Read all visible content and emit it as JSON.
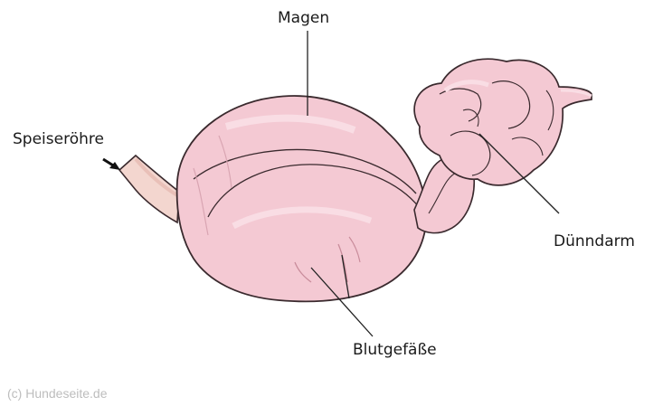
{
  "labels": {
    "stomach": "Magen",
    "esophagus": "Speiseröhre",
    "small_intestine": "Dünndarm",
    "blood_vessels": "Blutgefäße"
  },
  "credit": "(c) Hundeseite.de",
  "colors": {
    "organ_fill": "#f4c9d3",
    "organ_highlight": "#f9dde4",
    "organ_outline": "#3a2a2e",
    "esophagus_fill": "#f3d6cf",
    "leader_line": "#222222"
  }
}
